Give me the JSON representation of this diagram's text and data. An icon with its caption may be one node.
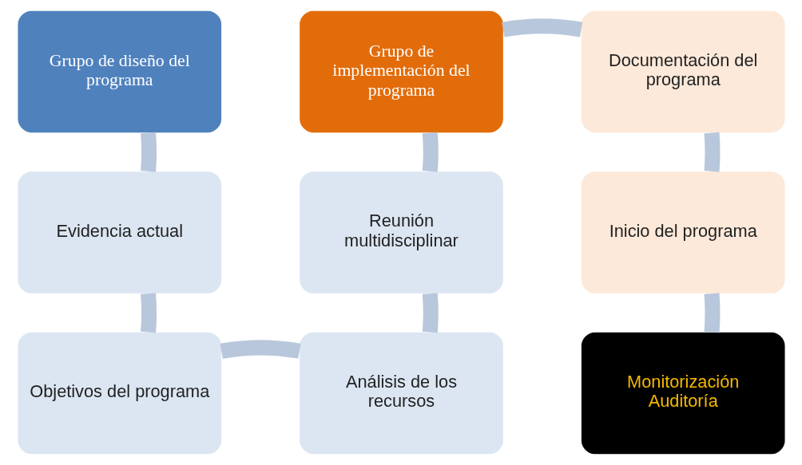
{
  "diagram": {
    "nodes": [
      {
        "text": [
          "Grupo de diseño del programa"
        ]
      },
      {
        "text": [
          "Grupo de implementación del programa"
        ]
      },
      {
        "text": [
          "Documentación del programa"
        ]
      },
      {
        "text": [
          "Evidencia actual"
        ]
      },
      {
        "text": [
          "Reunión multidisciplinar"
        ]
      },
      {
        "text": [
          "Inicio del programa"
        ]
      },
      {
        "text": [
          "Objetivos del programa"
        ]
      },
      {
        "text": [
          "Análisis de los recursos"
        ]
      },
      {
        "text": [
          "Monitorización Auditoría"
        ]
      }
    ],
    "edges": [
      {
        "from": 0,
        "to": 3,
        "arrow": "none"
      },
      {
        "from": 3,
        "to": 6,
        "arrow": "none"
      },
      {
        "from": 6,
        "to": 7,
        "arrow": "none"
      },
      {
        "from": 7,
        "to": 4,
        "arrow": "none"
      },
      {
        "from": 4,
        "to": 1,
        "arrow": "none"
      },
      {
        "from": 1,
        "to": 2,
        "arrow": "none"
      },
      {
        "from": 2,
        "to": 5,
        "arrow": "none"
      },
      {
        "from": 5,
        "to": 8,
        "arrow": "none"
      }
    ]
  }
}
